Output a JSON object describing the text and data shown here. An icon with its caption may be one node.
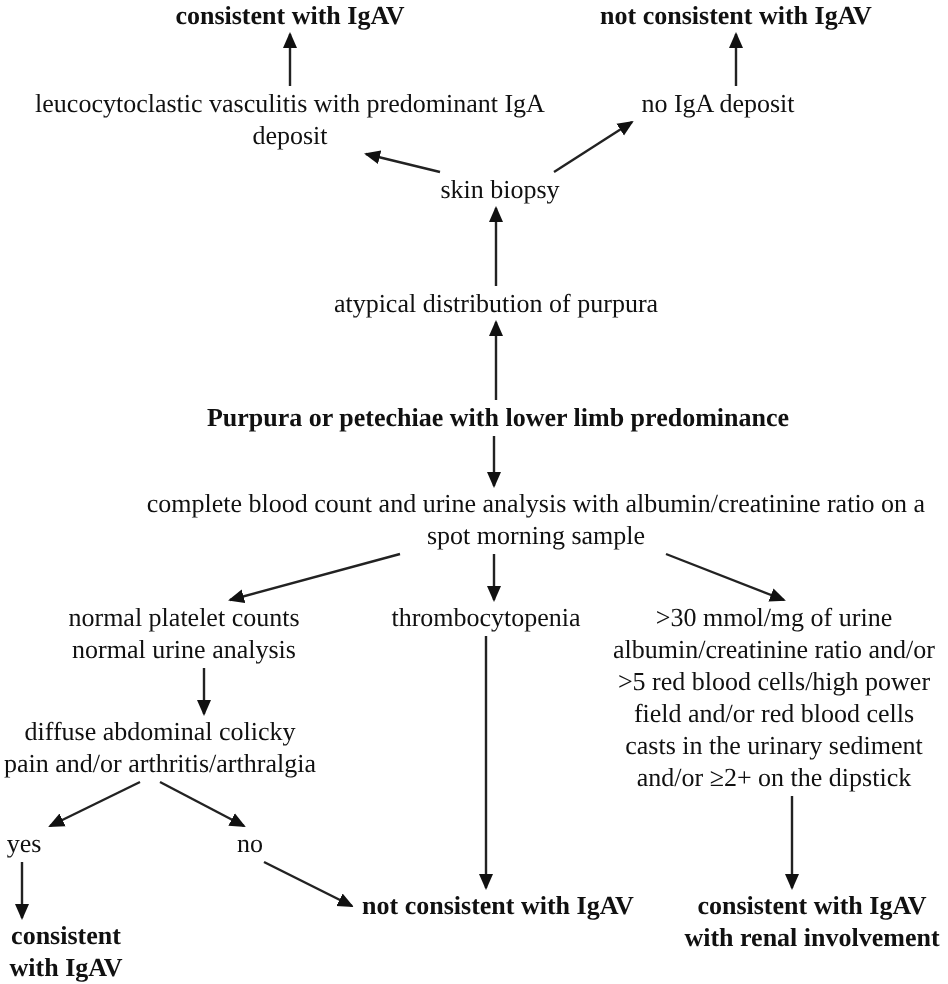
{
  "diagram": {
    "nodes": [
      {
        "text": [
          "consistent with IgAV"
        ]
      },
      {
        "text": [
          "not consistent with IgAV"
        ]
      },
      {
        "text": [
          "leucocytoclastic vasculitis with predominant IgA deposit"
        ]
      },
      {
        "text": [
          "no IgA deposit"
        ]
      },
      {
        "text": [
          "skin biopsy"
        ]
      },
      {
        "text": [
          "atypical distribution of purpura"
        ]
      },
      {
        "text": [
          "Purpura or petechiae with lower limb predominance"
        ]
      },
      {
        "text": [
          "complete blood count and urine analysis with albumin/creatinine ratio on a spot morning sample"
        ]
      },
      {
        "text": [
          "normal platelet counts normal urine analysis"
        ]
      },
      {
        "text": [
          "thrombocytopenia"
        ]
      },
      {
        "text": [
          ">30 mmol/mg of urine albumin/creatinine ratio and/or >5 red blood cells/high power field and/or red blood cells casts in the urinary sediment and/or ≥2+ on the dipstick"
        ]
      },
      {
        "text": [
          "diffuse abdominal colicky pain and/or arthritis/arthralgia"
        ]
      },
      {
        "text": [
          "yes"
        ]
      },
      {
        "text": [
          "no"
        ]
      },
      {
        "text": [
          "not consistent with IgAV"
        ]
      },
      {
        "text": [
          "consistent with IgAV with renal involvement"
        ]
      },
      {
        "text": [
          "consistent with IgAV"
        ]
      }
    ],
    "edges": [
      {
        "from": 2,
        "to": 0,
        "arrow": "to"
      },
      {
        "from": 3,
        "to": 1,
        "arrow": "to"
      },
      {
        "from": 4,
        "to": 2,
        "arrow": "to"
      },
      {
        "from": 4,
        "to": 3,
        "arrow": "to"
      },
      {
        "from": 5,
        "to": 4,
        "arrow": "to"
      },
      {
        "from": 6,
        "to": 5,
        "arrow": "to"
      },
      {
        "from": 6,
        "to": 7,
        "arrow": "to"
      },
      {
        "from": 7,
        "to": 8,
        "arrow": "to"
      },
      {
        "from": 7,
        "to": 9,
        "arrow": "to"
      },
      {
        "from": 7,
        "to": 10,
        "arrow": "to"
      },
      {
        "from": 8,
        "to": 11,
        "arrow": "to"
      },
      {
        "from": 11,
        "to": 12,
        "arrow": "to"
      },
      {
        "from": 11,
        "to": 13,
        "arrow": "to"
      },
      {
        "from": 12,
        "to": 16,
        "arrow": "to"
      },
      {
        "from": 13,
        "to": 14,
        "arrow": "to"
      },
      {
        "from": 9,
        "to": 14,
        "arrow": "to"
      },
      {
        "from": 10,
        "to": 15,
        "arrow": "to"
      }
    ]
  }
}
